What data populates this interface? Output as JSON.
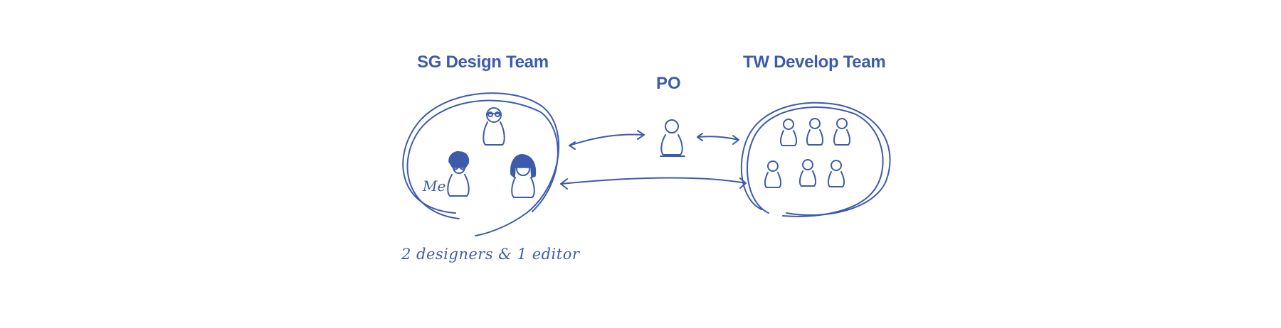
{
  "diagram": {
    "accent_color": "#3d5bab",
    "sg_team": {
      "title": "SG Design Team",
      "me_label": "Me",
      "caption": "2 designers & 1 editor",
      "member_icons": [
        "person-glasses-icon",
        "person-glasses-icon",
        "person-long-hair-icon"
      ]
    },
    "po": {
      "title": "PO",
      "icon": "person-icon"
    },
    "tw_team": {
      "title": "TW Develop Team",
      "member_icons": [
        "person-icon",
        "person-icon",
        "person-icon",
        "person-icon",
        "person-icon",
        "person-icon"
      ]
    },
    "connections": [
      {
        "from": "SG Design Team",
        "to": "PO",
        "direction": "both"
      },
      {
        "from": "PO",
        "to": "TW Develop Team",
        "direction": "both"
      },
      {
        "from": "SG Design Team",
        "to": "TW Develop Team",
        "direction": "both"
      }
    ]
  }
}
